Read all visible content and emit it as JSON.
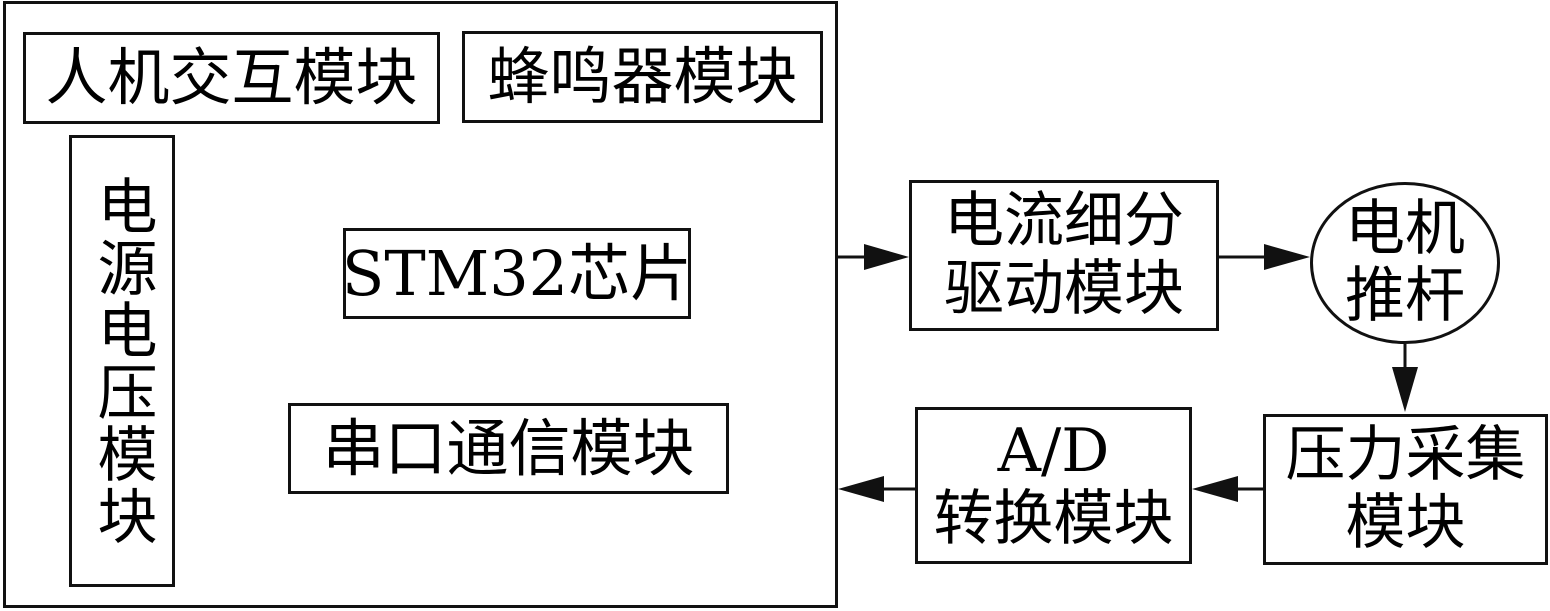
{
  "blocks": {
    "hmi": "人机交互模块",
    "buzzer": "蜂鸣器模块",
    "power": "电源电压模块",
    "mcu": "STM32芯片",
    "serial": "串口通信模块",
    "driver_line1": "电流细分",
    "driver_line2": "驱动模块",
    "motor_line1": "电机",
    "motor_line2": "推杆",
    "pressure_line1": "压力采集",
    "pressure_line2": "模块",
    "adc_line1": "A/D",
    "adc_line2": "转换模块"
  },
  "colors": {
    "stroke": "#111111",
    "background": "#ffffff"
  }
}
